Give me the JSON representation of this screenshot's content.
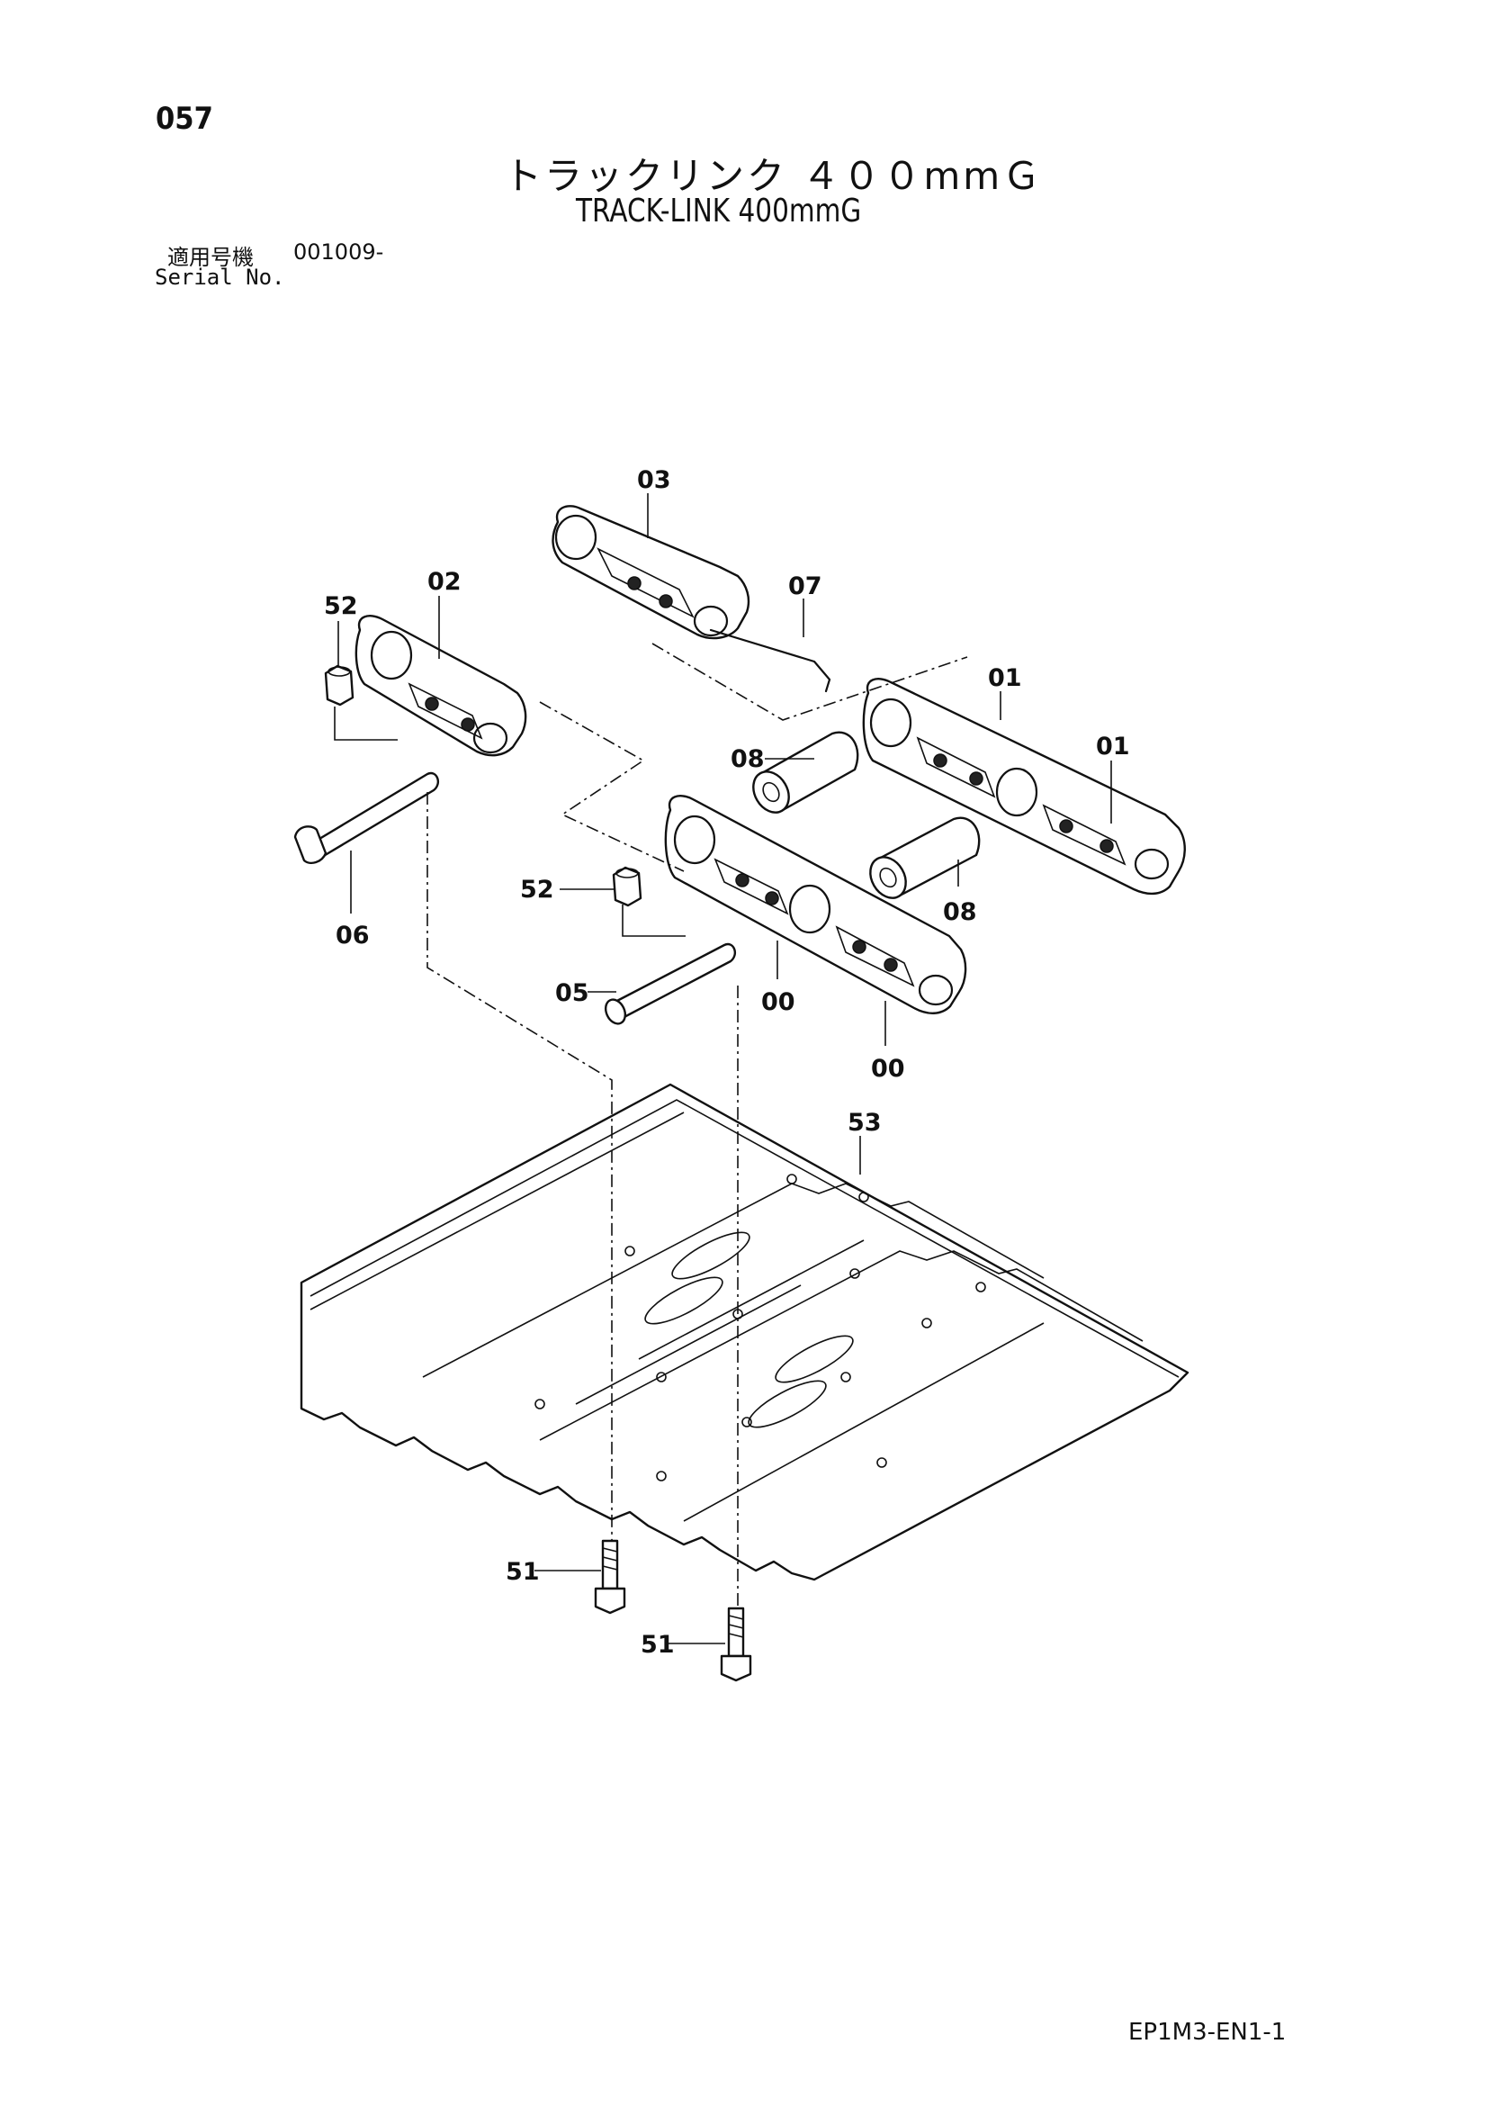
{
  "page": {
    "number": "057",
    "doc_code": "EP1M3-EN1-1"
  },
  "title": {
    "japanese": "トラックリンク ４００mmＧ",
    "english": "TRACK-LINK 400mmG"
  },
  "serial": {
    "label_jp": "適用号機",
    "value": "001009-",
    "label_en": "Serial No."
  },
  "callouts": {
    "c03": "03",
    "c02": "02",
    "c52a": "52",
    "c07": "07",
    "c01a": "01",
    "c01b": "01",
    "c08a": "08",
    "c52b": "52",
    "c08b": "08",
    "c06": "06",
    "c05": "05",
    "c00a": "00",
    "c00b": "00",
    "c53": "53",
    "c51a": "51",
    "c51b": "51"
  }
}
